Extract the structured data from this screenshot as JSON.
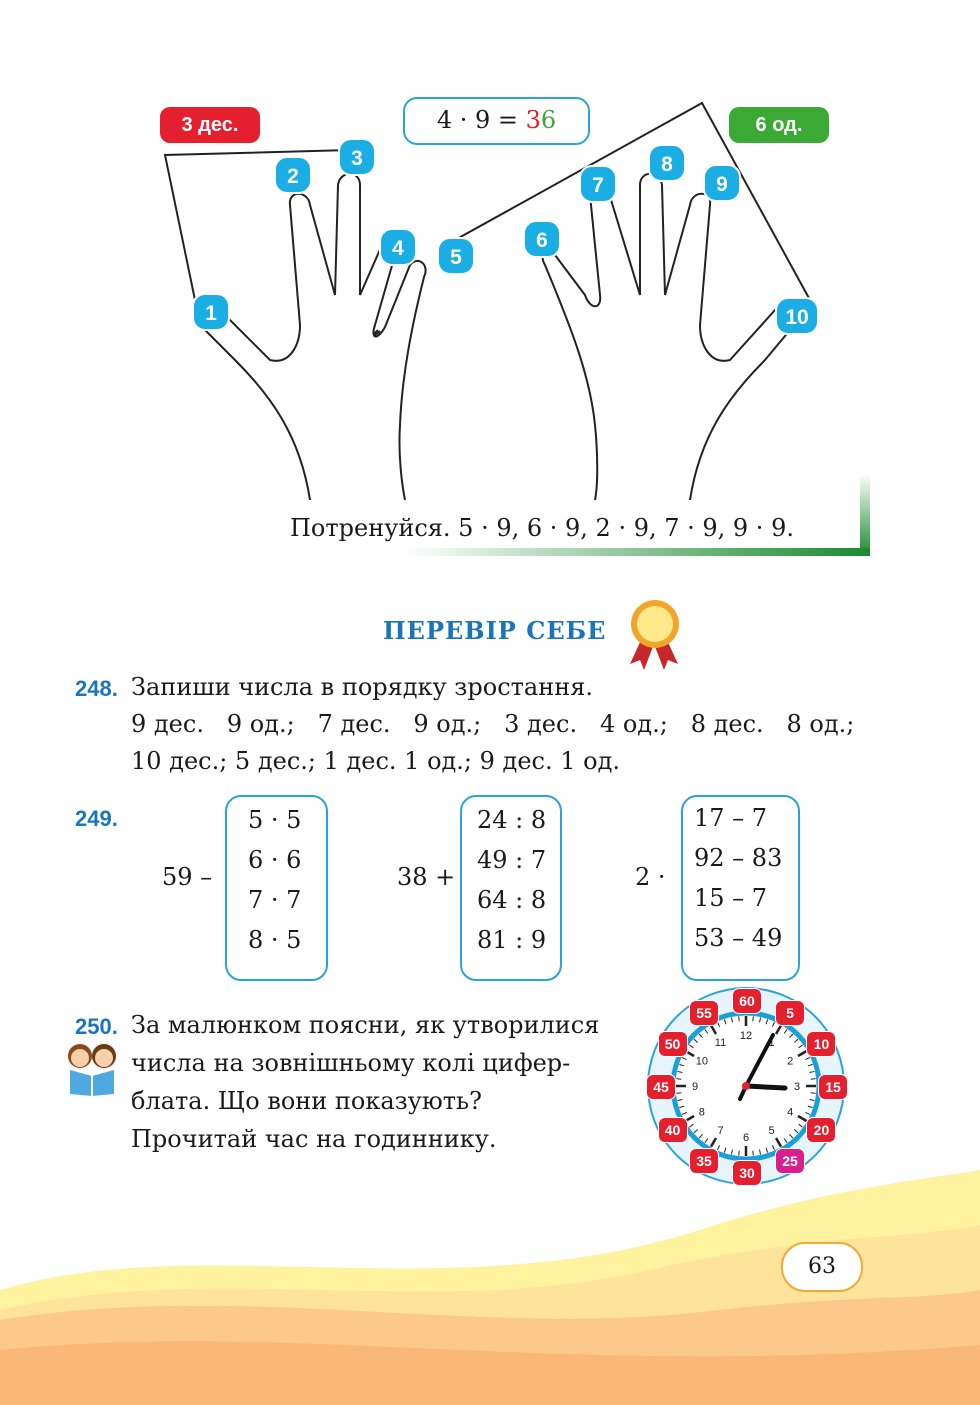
{
  "hands": {
    "tens_tag": "3 дес.",
    "units_tag": "6 од.",
    "formula_left": "4 · 9 = ",
    "formula_tens_digit": "3",
    "formula_units_digit": "6",
    "finger_numbers": [
      "1",
      "2",
      "3",
      "4",
      "5",
      "6",
      "7",
      "8",
      "9",
      "10"
    ],
    "practice": "Потренуйся. 5 · 9, 6 · 9, 2 · 9, 7 · 9, 9 · 9."
  },
  "section": {
    "title": "ПЕРЕВІР СЕБЕ",
    "icon": "medal-icon"
  },
  "task248": {
    "number": "248.",
    "line1": "Запиши числа в порядку зростання.",
    "line2": "9 дес.   9 од.;   7 дес.   9 од.;   3 дес.   4 од.;   8 дес.   8 од.;",
    "line3": "10 дес.; 5 дес.; 1 дес. 1 од.; 9 дес. 1 од."
  },
  "task249": {
    "number": "249.",
    "groups": [
      {
        "prefix": "59 –",
        "items": [
          "5 · 5",
          "6 · 6",
          "7 · 7",
          "8 · 5"
        ]
      },
      {
        "prefix": "38 +",
        "items": [
          "24 : 8",
          "49 : 7",
          "64 : 8",
          "81 : 9"
        ]
      },
      {
        "prefix": "2 ·",
        "items": [
          "17 – 7",
          "92 – 83",
          "15 – 7",
          "53 – 49"
        ]
      }
    ]
  },
  "task250": {
    "number": "250.",
    "icon": "kids-reading-icon",
    "lines": [
      "За малюнком поясни, як утворилися",
      "числа на зовнішньому колі цифер-",
      "блата. Що вони показують?",
      "Прочитай час на годиннику."
    ]
  },
  "clock": {
    "outer": [
      "60",
      "5",
      "10",
      "15",
      "20",
      "25",
      "30",
      "35",
      "40",
      "45",
      "50",
      "55"
    ],
    "inner": [
      "12",
      "1",
      "2",
      "3",
      "4",
      "5",
      "6",
      "7",
      "8",
      "9",
      "10",
      "11"
    ],
    "highlight": "25",
    "badge_color": "#e5202e",
    "highlight_color": "#d6208f"
  },
  "page": {
    "number": "63"
  },
  "colors": {
    "blue": "#1b75bc",
    "badge_blue": "#1aaee5",
    "red": "#e5202e",
    "green": "#3aaa35"
  }
}
